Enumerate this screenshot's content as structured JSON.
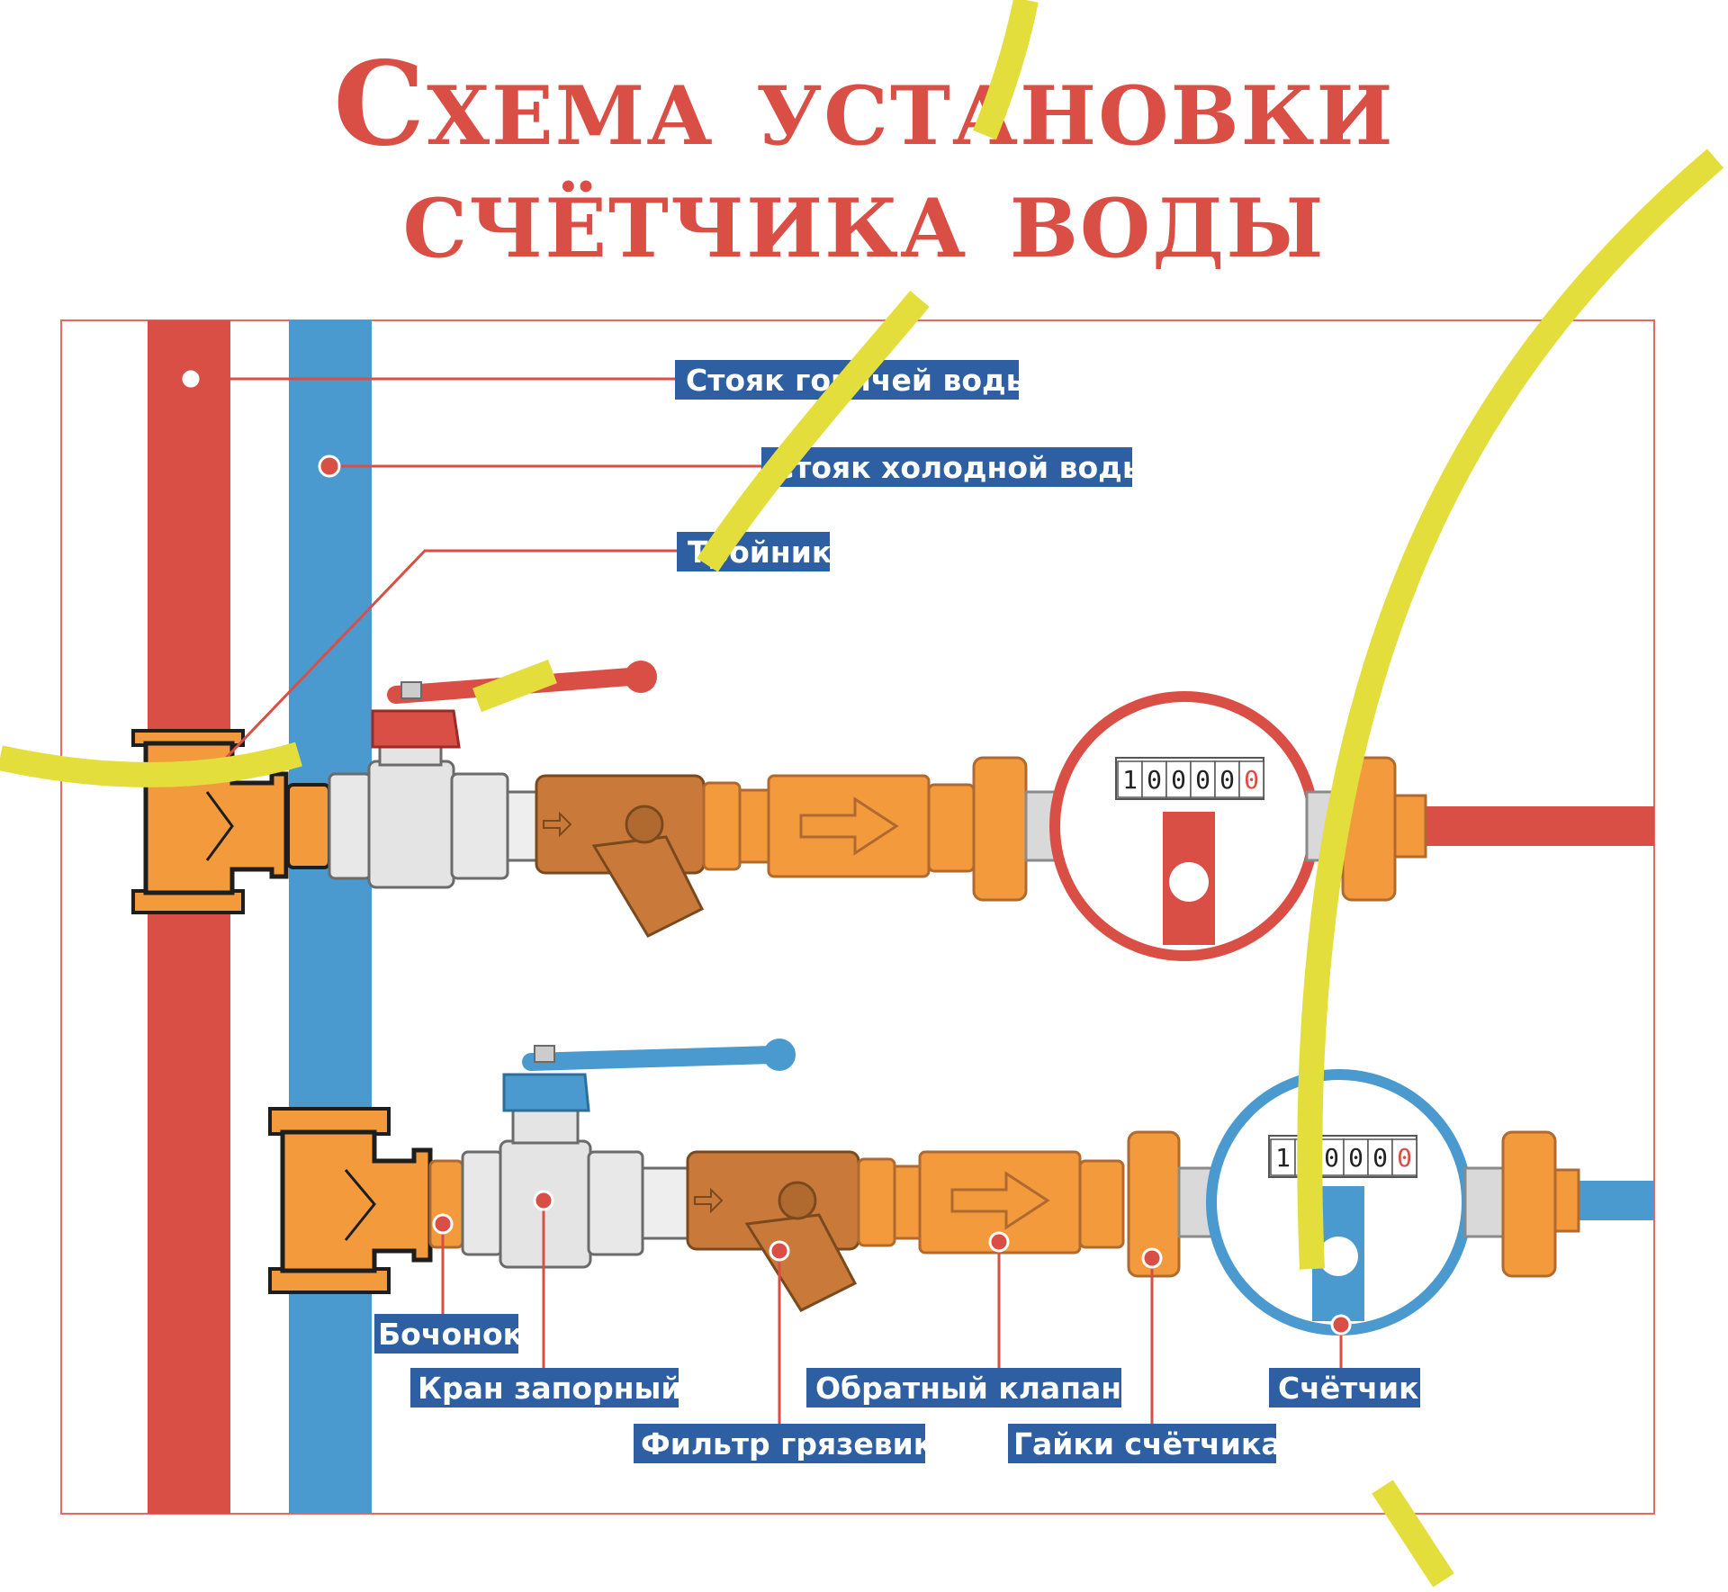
{
  "title": {
    "line1": "Схема установки",
    "line2": "счётчика воды"
  },
  "labels": {
    "hot_riser": "Стояк горячей воды",
    "cold_riser": "Стояк холодной воды",
    "tee": "Тройник",
    "barrel": "Бочонок",
    "shutoff_valve": "Кран запорный",
    "strainer": "Фильтр грязевик",
    "check_valve": "Обратный клапан",
    "meter_nuts": "Гайки счётчика",
    "meter": "Счётчик"
  },
  "meters": {
    "hot_digits": [
      "1",
      "0",
      "0",
      "0",
      "0",
      "0"
    ],
    "cold_digits": [
      "1",
      "0",
      "0",
      "0",
      "0",
      "0"
    ]
  },
  "colors": {
    "hot": "#d94f45",
    "cold": "#4a99cf",
    "fitting": "#f29a3c",
    "brass": "#c97a3a",
    "label_bg": "#2f5fa3",
    "title": "#d94f45",
    "overlay": "#e3de3b"
  },
  "icons": {
    "flow_arrow": "right-arrow-icon",
    "leader_dot": "circle-dot-icon"
  }
}
